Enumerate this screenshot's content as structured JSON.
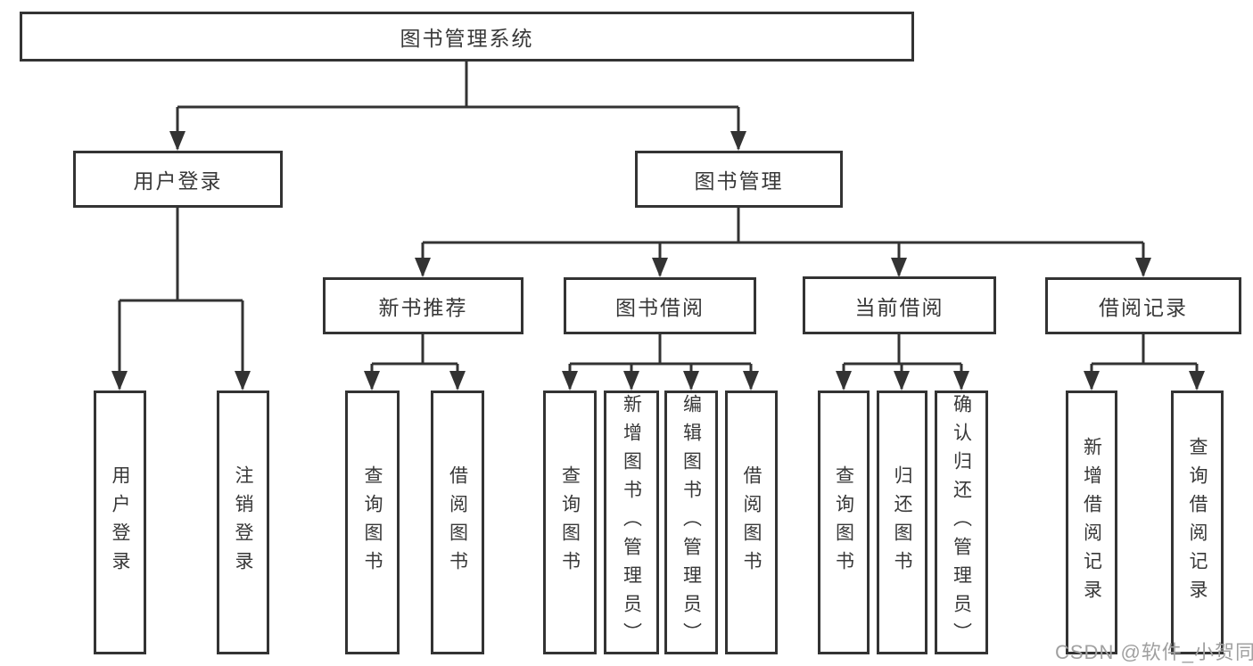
{
  "diagram": {
    "root": "图书管理系统",
    "login": {
      "label": "用户登录",
      "children": [
        "用户登录",
        "注销登录"
      ]
    },
    "management": {
      "label": "图书管理",
      "groups": [
        {
          "label": "新书推荐",
          "children": [
            "查询图书",
            "借阅图书"
          ]
        },
        {
          "label": "图书借阅",
          "children": [
            "查询图书",
            "新增图书（管理员）",
            "编辑图书（管理员）",
            "借阅图书"
          ]
        },
        {
          "label": "当前借阅",
          "children": [
            "查询图书",
            "归还图书",
            "确认归还（管理员）"
          ]
        },
        {
          "label": "借阅记录",
          "children": [
            "新增借阅记录",
            "查询借阅记录"
          ]
        }
      ]
    }
  },
  "watermark": "CSDN @软件_小贺同学",
  "colors": {
    "line": "#333333",
    "text": "#383838",
    "watermark": "#a0a0a0",
    "background": "#ffffff"
  }
}
